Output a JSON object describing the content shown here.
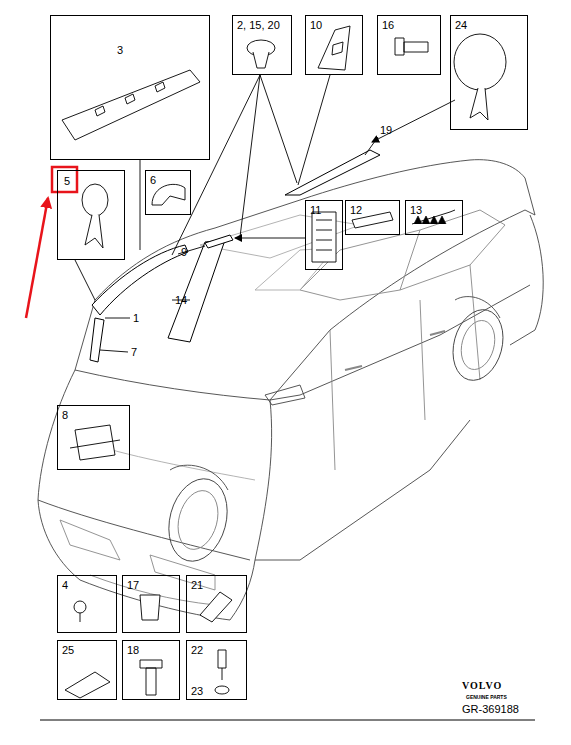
{
  "diagram": {
    "nodes": [
      {
        "text": [
          "3"
        ]
      },
      {
        "text": [
          "2, 15, 20"
        ]
      },
      {
        "text": [
          "10"
        ]
      },
      {
        "text": [
          "16"
        ]
      },
      {
        "text": [
          "24"
        ]
      },
      {
        "text": [
          "5"
        ]
      },
      {
        "text": [
          "6"
        ]
      },
      {
        "text": [
          "11"
        ]
      },
      {
        "text": [
          "12"
        ]
      },
      {
        "text": [
          "13"
        ]
      },
      {
        "text": [
          "8"
        ]
      },
      {
        "text": [
          "4"
        ]
      },
      {
        "text": [
          "17"
        ]
      },
      {
        "text": [
          "21"
        ]
      },
      {
        "text": [
          "25"
        ]
      },
      {
        "text": [
          "18"
        ]
      },
      {
        "text": [
          "22",
          "23"
        ]
      }
    ],
    "labels": [
      "19",
      "9",
      "1",
      "14",
      "7",
      "VOLVO",
      "GENUINE PARTS",
      "GR-369188"
    ]
  }
}
